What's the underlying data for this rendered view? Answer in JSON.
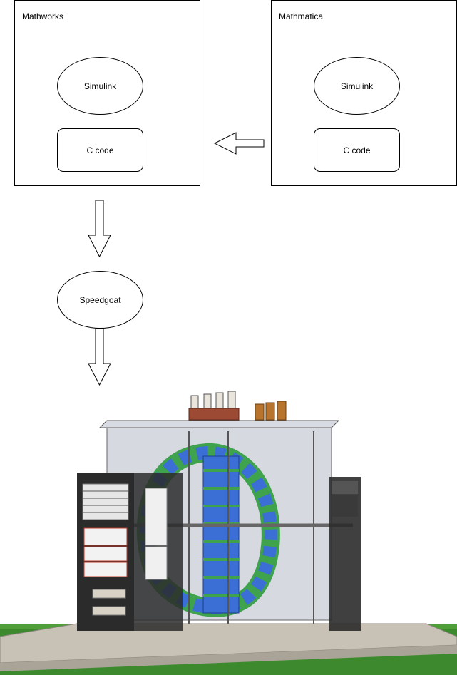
{
  "diagram": {
    "left_box": {
      "title": "Mathworks",
      "ellipse_label": "Simulink",
      "rect_label": "C code"
    },
    "right_box": {
      "title": "Mathmatica",
      "ellipse_label": "Simulink",
      "rect_label": "C code"
    },
    "speedgoat": {
      "label": "Speedgoat"
    },
    "arrows": [
      {
        "from": "right_box",
        "to": "left_box",
        "direction": "left"
      },
      {
        "from": "left_box",
        "to": "speedgoat",
        "direction": "down"
      },
      {
        "from": "speedgoat",
        "to": "hardware_render",
        "direction": "down"
      }
    ]
  },
  "hardware_render": {
    "description_icon": "tokamak-hardware-render-icon",
    "colors": {
      "coil_blue": "#3b6fd6",
      "coil_green": "#3fa34d",
      "frame_dark": "#2b2b2b",
      "enclosure_glass": "#c9ccd6",
      "ground_slab": "#c8c2b6",
      "grass": "#3d8a2e",
      "bushing_brown": "#9c4a34",
      "bushing_orange": "#b8742c"
    }
  }
}
